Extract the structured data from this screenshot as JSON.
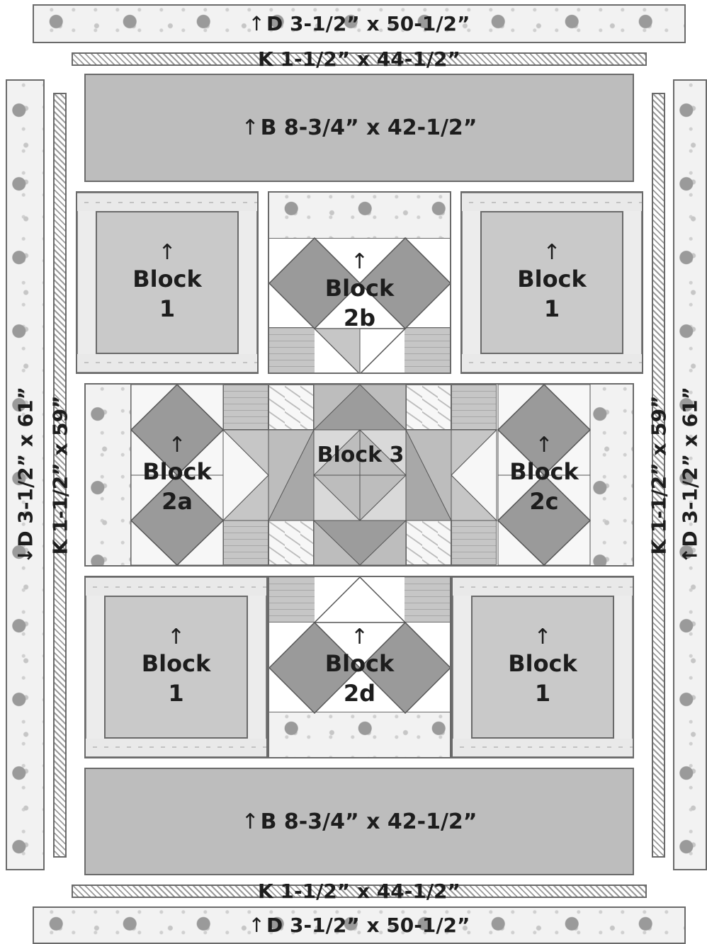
{
  "strips": {
    "d_top": {
      "arrow": "↑",
      "label": "D   3-1/2” x 50-1/2”"
    },
    "k_top": {
      "label": "K  1-1/2” x 44-1/2”"
    },
    "b_top": {
      "arrow": "↑",
      "label": "B   8-3/4” x 42-1/2”"
    },
    "b_bottom": {
      "arrow": "↑",
      "label": "B   8-3/4” x 42-1/2”"
    },
    "k_bottom": {
      "label": "K  1-1/2” x 44-1/2”"
    },
    "d_bottom": {
      "arrow": "↑",
      "label": "D   3-1/2” x 50-1/2”"
    },
    "d_left": {
      "label": "↓D  3-1/2” x 61”"
    },
    "k_left": {
      "label": "K  1-1/2” x 59”"
    },
    "k_right": {
      "label": "K  1-1/2” x 59”"
    },
    "d_right": {
      "label": "↑D  3-1/2” x 61”"
    }
  },
  "blocks": {
    "b1_tl": {
      "arrow": "↑",
      "line1": "Block",
      "line2": "1"
    },
    "b1_tr": {
      "arrow": "↑",
      "line1": "Block",
      "line2": "1"
    },
    "b1_bl": {
      "arrow": "↑",
      "line1": "Block",
      "line2": "1"
    },
    "b1_br": {
      "arrow": "↑",
      "line1": "Block",
      "line2": "1"
    },
    "b2b": {
      "arrow": "↑",
      "line1": "Block",
      "line2": "2b"
    },
    "b2a": {
      "arrow": "↑",
      "line1": "Block",
      "line2": "2a"
    },
    "b2c": {
      "arrow": "↑",
      "line1": "Block",
      "line2": "2c"
    },
    "b2d": {
      "arrow": "↑",
      "line1": "Block",
      "line2": "2d"
    },
    "b3": {
      "line1": "Block 3"
    }
  },
  "colors": {
    "outline": "#6a6a6a",
    "dark": "#8a8a8a",
    "medium": "#bdbdbd",
    "light": "#f4f4f4"
  }
}
